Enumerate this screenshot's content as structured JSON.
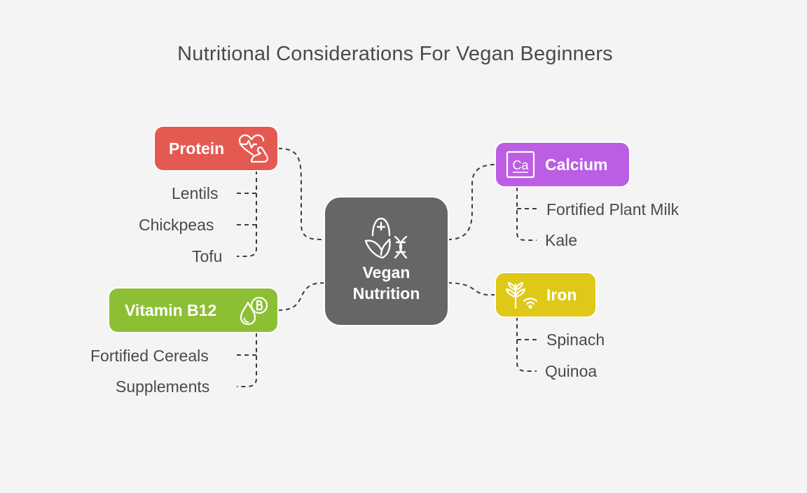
{
  "title": "Nutritional Considerations For Vegan Beginners",
  "center": {
    "label_line1": "Vegan",
    "label_line2": "Nutrition",
    "icon": "plant-dna-icon",
    "color": "#666666"
  },
  "topics": {
    "protein": {
      "label": "Protein",
      "icon": "heart-muscle-icon",
      "color": "#e45a52",
      "items": [
        "Lentils",
        "Chickpeas",
        "Tofu"
      ]
    },
    "vitamin_b12": {
      "label": "Vitamin B12",
      "icon": "b12-drop-icon",
      "color": "#8dbf35",
      "items": [
        "Fortified Cereals",
        "Supplements"
      ]
    },
    "calcium": {
      "label": "Calcium",
      "icon": "calcium-element-icon",
      "icon_text": "Ca",
      "color": "#bc5ee4",
      "items": [
        "Fortified Plant Milk",
        "Kale"
      ]
    },
    "iron": {
      "label": "Iron",
      "icon": "wheat-signal-icon",
      "color": "#dfc818",
      "items": [
        "Spinach",
        "Quinoa"
      ]
    }
  }
}
